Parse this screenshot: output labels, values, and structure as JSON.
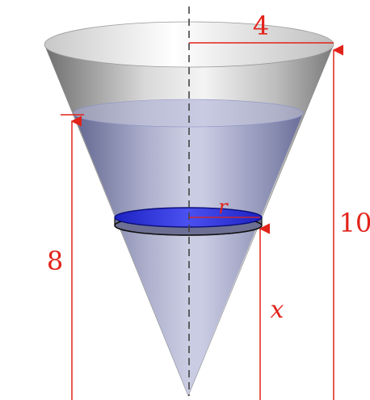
{
  "labels": {
    "top_radius": "4",
    "cone_height": "10",
    "water_height": "8",
    "slice_radius": "r",
    "slice_height": "x"
  },
  "colors": {
    "annotation": "#e2231a",
    "water": "#5a63a8",
    "slice_fill": "#2a2fd6",
    "cone_light": "#f2f2f2",
    "cone_dark": "#8a8a8a",
    "axis": "#444444"
  }
}
